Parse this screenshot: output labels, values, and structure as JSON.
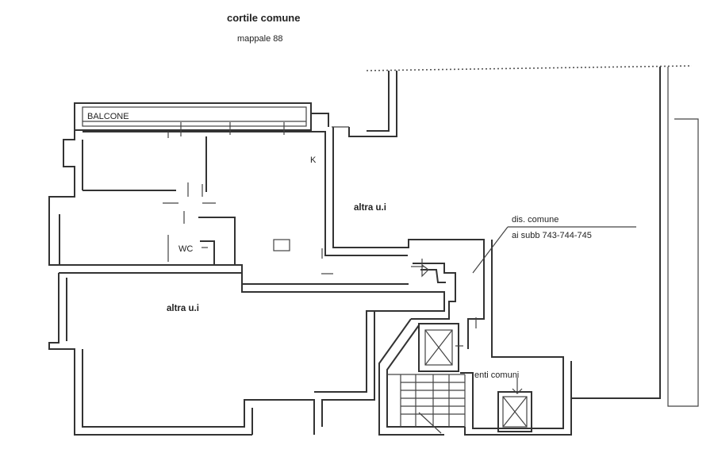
{
  "header": {
    "title": "cortile comune",
    "subtitle": "mappale 88"
  },
  "labels": {
    "balcone": "BALCONE",
    "kitchen": "K",
    "other_unit_upper": "altra u.i",
    "other_unit_lower": "altra u.i",
    "wc": "WC",
    "common_line1": "dis. comune",
    "common_line2": "ai subb 743-744-745",
    "common_areas": "enti comuni"
  }
}
